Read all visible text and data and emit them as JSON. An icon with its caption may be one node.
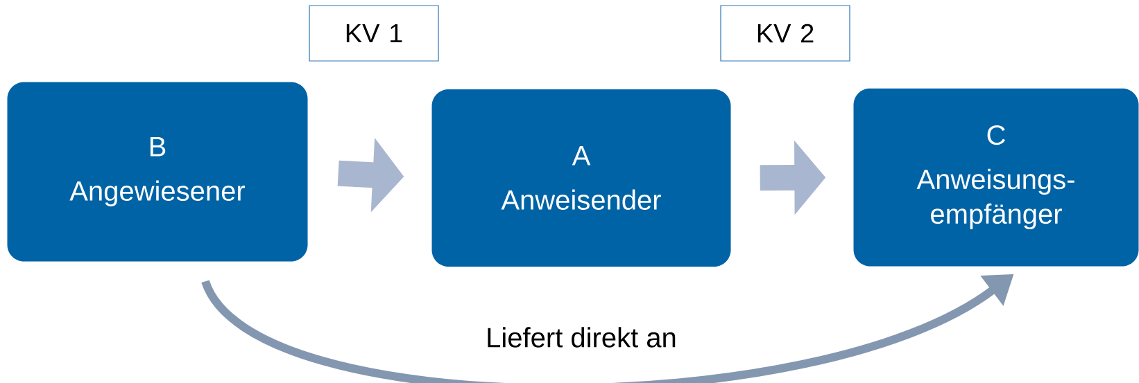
{
  "diagram": {
    "nodes": [
      {
        "text": [
          "KV 1"
        ]
      },
      {
        "text": [
          "KV 2"
        ]
      },
      {
        "text": [
          "B",
          "Angewiesener"
        ]
      },
      {
        "text": [
          "A",
          "Anweisender"
        ]
      },
      {
        "text": [
          "C",
          "Anweisungs- empfänger"
        ]
      }
    ],
    "edges": [
      {
        "from": 2,
        "to": 3,
        "arrow": "to"
      },
      {
        "from": 3,
        "to": 4,
        "arrow": "to"
      },
      {
        "from": 2,
        "to": 4,
        "arrow": "to",
        "label": "Liefert direkt an",
        "color": "#8497b0"
      }
    ]
  }
}
